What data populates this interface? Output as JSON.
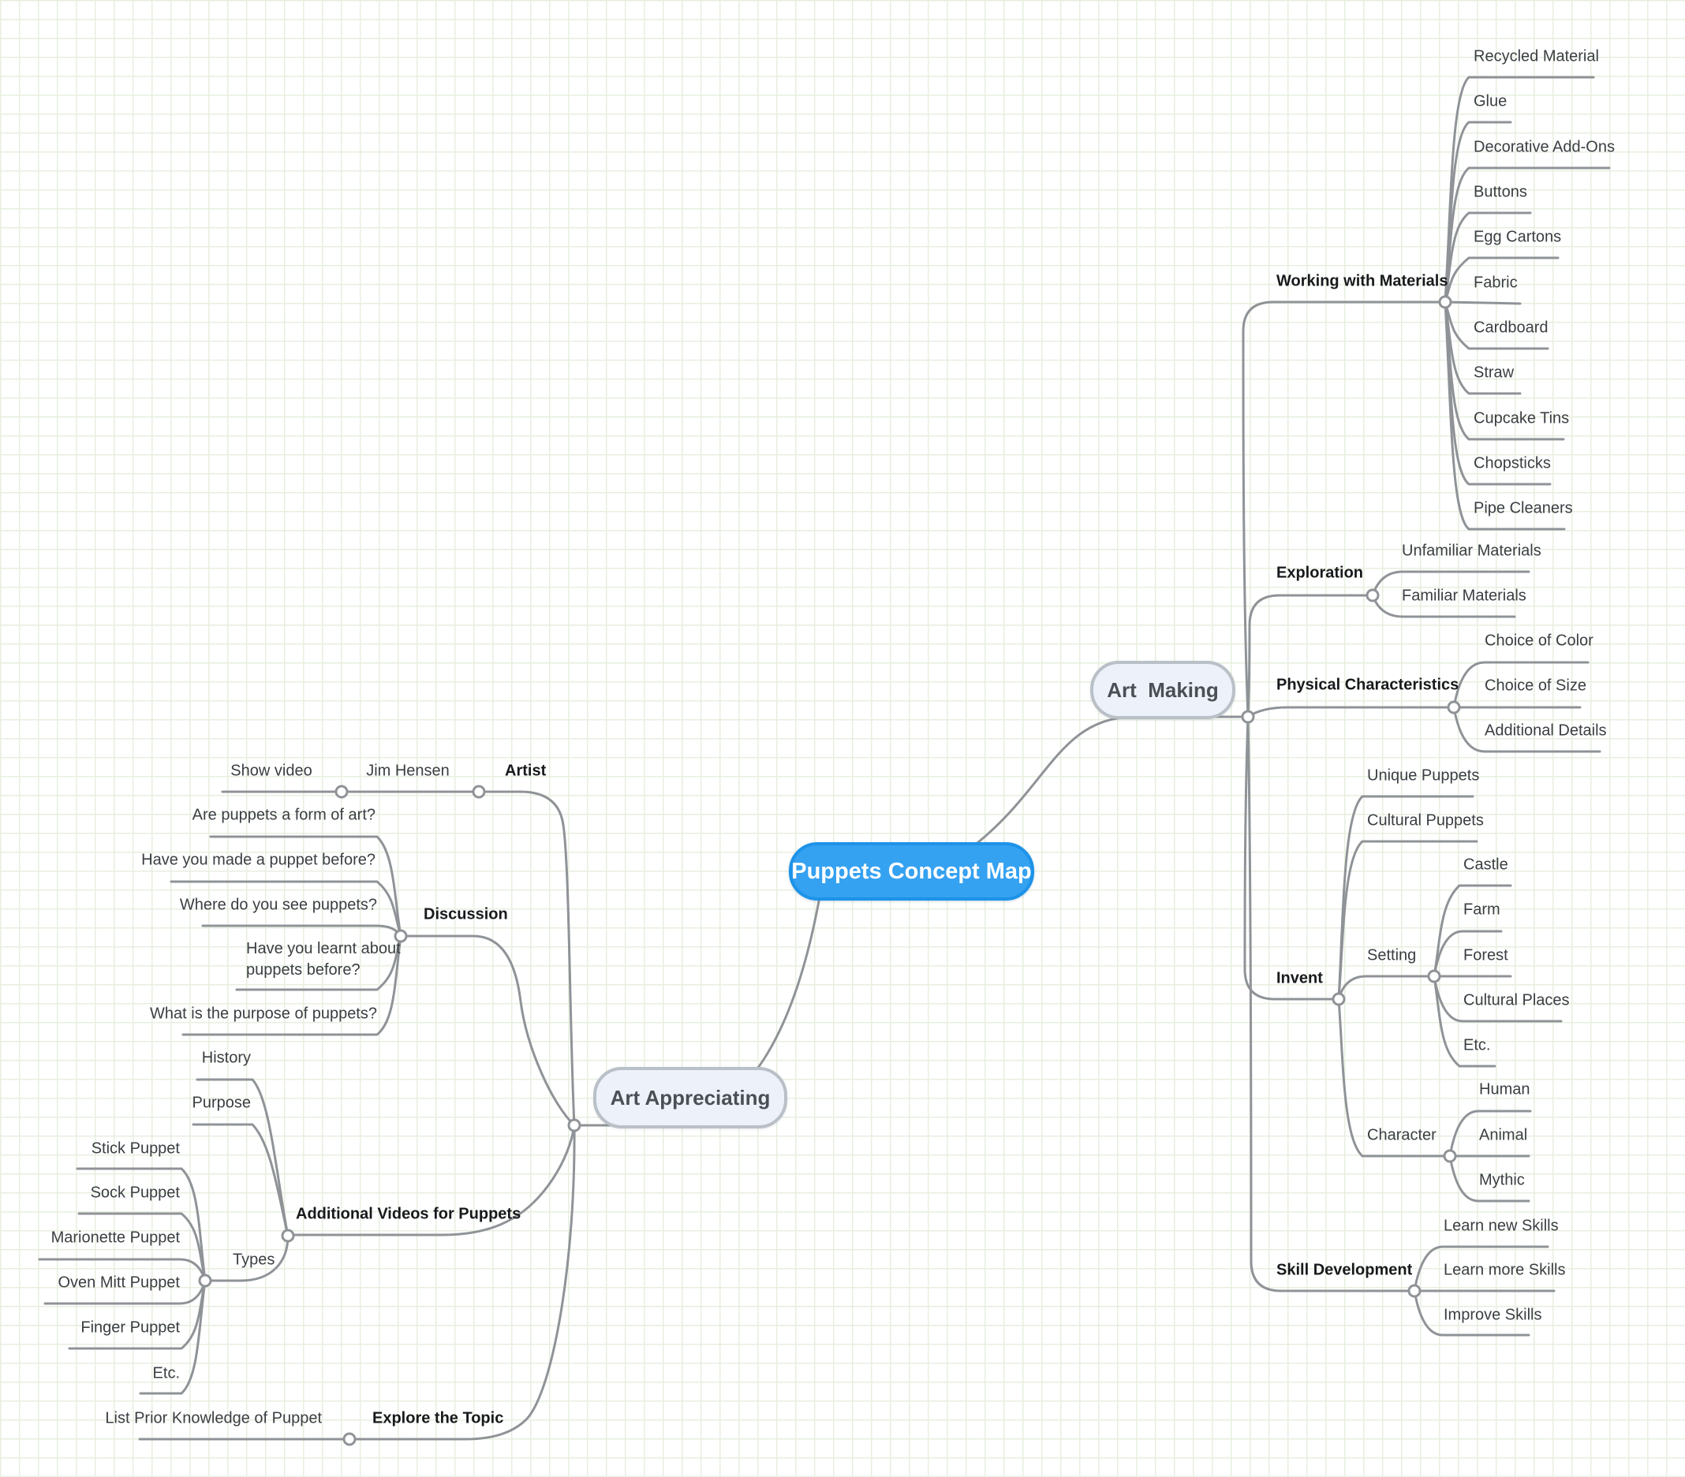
{
  "root": {
    "label": "Puppets Concept Map"
  },
  "art_making": {
    "label": "Art  Making",
    "working_with_materials": {
      "label": "Working with Materials",
      "items": [
        "Recycled Material",
        "Glue",
        "Decorative Add-Ons",
        "Buttons",
        "Egg Cartons",
        "Fabric",
        "Cardboard",
        "Straw",
        "Cupcake Tins",
        "Chopsticks",
        "Pipe Cleaners"
      ]
    },
    "exploration": {
      "label": "Exploration",
      "items": [
        "Unfamiliar Materials",
        "Familiar Materials"
      ]
    },
    "physical_characteristics": {
      "label": "Physical Characteristics",
      "items": [
        "Choice of Color",
        "Choice of Size",
        "Additional Details"
      ]
    },
    "invent": {
      "label": "Invent",
      "items": [
        "Unique Puppets",
        "Cultural Puppets"
      ],
      "setting": {
        "label": "Setting",
        "items": [
          "Castle",
          "Farm",
          "Forest",
          "Cultural Places",
          "Etc."
        ]
      },
      "character": {
        "label": "Character",
        "items": [
          "Human",
          "Animal",
          "Mythic"
        ]
      }
    },
    "skill_development": {
      "label": "Skill Development",
      "items": [
        "Learn new Skills",
        "Learn more Skills",
        "Improve Skills"
      ]
    }
  },
  "art_appreciating": {
    "label": "Art Appreciating",
    "artist": {
      "label": "Artist",
      "child": "Jim Hensen",
      "grandchild": "Show video"
    },
    "discussion": {
      "label": "Discussion",
      "items": [
        "Are puppets a form of art?",
        "Have you made a puppet before?",
        "Where do you see puppets?",
        "Have you learnt about\npuppets before?",
        "What is the purpose of puppets?"
      ]
    },
    "additional_videos": {
      "label": "Additional Videos for Puppets",
      "items": [
        "History",
        "Purpose"
      ],
      "types": {
        "label": "Types",
        "items": [
          "Stick Puppet",
          "Sock Puppet",
          "Marionette Puppet",
          "Oven Mitt Puppet",
          "Finger Puppet",
          "Etc."
        ]
      }
    },
    "explore_the_topic": {
      "label": "Explore the Topic",
      "item": "List Prior Knowledge of Puppet"
    }
  }
}
